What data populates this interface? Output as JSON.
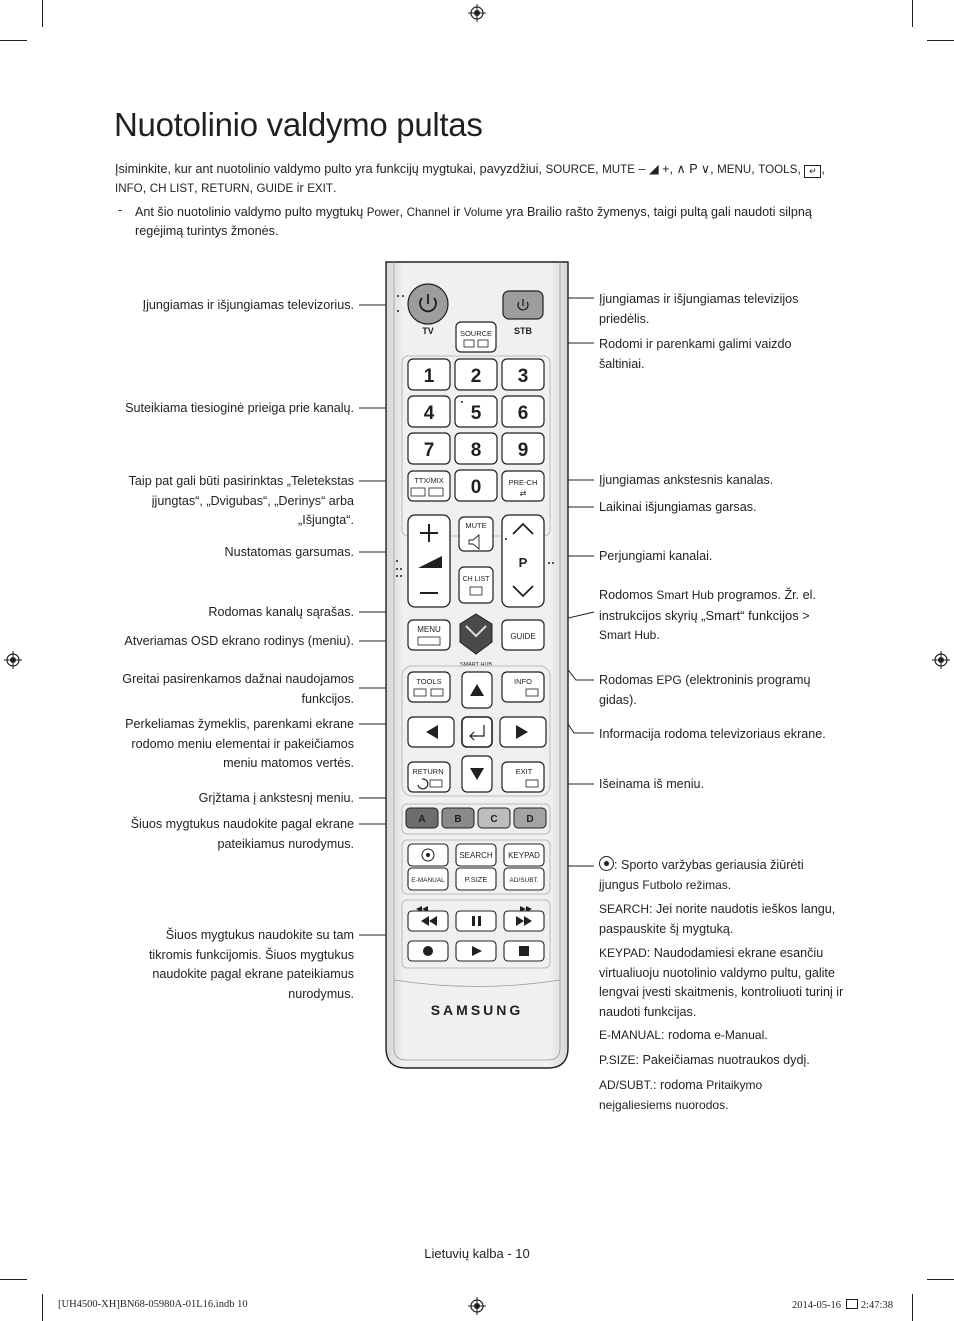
{
  "page": {
    "title": "Nuotolinio valdymo pultas",
    "footer": "Lietuvių kalba - 10",
    "slug_left": "[UH4500-XH]BN68-05980A-01L16.indb   10",
    "slug_right": "2014-05-16   ￼ 2:47:38"
  },
  "intro": {
    "p1": "Įsiminkite, kur ant nuotolinio valdymo pulto yra funkcijų mygtukai, pavyzdžiui, ",
    "k_source": "SOURCE",
    "k_mute": "MUTE",
    "p_vol": " – ◢ +, ",
    "p_ch": "∧ P ∨",
    "k_menu": "MENU",
    "k_tools": "TOOLS",
    "k_info": "INFO",
    "k_chlist": "CH LIST",
    "k_return": "RETURN",
    "k_guide": "GUIDE",
    "k_exit": "EXIT",
    "t_ir": " ir ",
    "comma": ", ",
    "period": "."
  },
  "note": {
    "dash": "-",
    "a": "Ant šio nuotolinio valdymo pulto mygtukų ",
    "k_power": "Power",
    "c1": ", ",
    "k_channel": "Channel",
    "ir": " ir ",
    "k_volume": "Volume",
    "b": " yra Brailio rašto žymenys, taigi pultą gali naudoti silpną regėjimą turintys žmonės."
  },
  "left_labels": [
    "Įjungiamas ir išjungiamas televizorius.",
    "Suteikiama tiesioginė prieiga prie kanalų.",
    "Taip pat gali būti pasirinktas „Teletekstas įjungtas“, „Dvigubas“, „Derinys“ arba „Išjungta“.",
    "Nustatomas garsumas.",
    "Rodomas kanalų sąrašas.",
    "Atveriamas OSD ekrano rodinys (meniu).",
    "Greitai pasirenkamos dažnai naudojamos funkcijos.",
    "Perkeliamas žymeklis, parenkami ekrane rodomo meniu elementai ir pakeičiamos meniu matomos vertės.",
    "Grįžtama į ankstesnį meniu.",
    "Šiuos mygtukus naudokite pagal ekrane pateikiamus nurodymus.",
    "Šiuos mygtukus naudokite su tam tikromis funkcijomis. Šiuos mygtukus naudokite pagal ekrane pateikiamus nurodymus."
  ],
  "right_labels": {
    "stb": "Įjungiamas ir išjungiamas televizijos priedėlis.",
    "source": "Rodomi ir parenkami galimi vaizdo šaltiniai.",
    "prech": "Įjungiamas ankstesnis kanalas.",
    "mute": "Laikinai išjungiamas garsas.",
    "channel": "Perjungiami kanalai.",
    "smarthub_a": "Rodomos ",
    "smarthub_k1": "Smart Hub",
    "smarthub_b": " programos. Žr. el. instrukcijos skyrių ",
    "smarthub_k2": "„Smart“ funkcijos",
    "smarthub_c": " > ",
    "smarthub_k3": "Smart Hub",
    "smarthub_d": ".",
    "epg_a": "Rodomas ",
    "epg_k": "EPG",
    "epg_b": " (elektroninis programų gidas).",
    "info": "Informacija rodoma televizoriaus ekrane.",
    "exit": "Išeinama iš meniu.",
    "football_a": ": Sporto varžybas geriausia žiūrėti įjungus ",
    "football_k": "Futbolo režimas",
    "football_b": ".",
    "search_k": "SEARCH",
    "search_t": ": Jei norite naudotis ieškos langu, paspauskite šį mygtuką.",
    "keypad_k": "KEYPAD",
    "keypad_t": ": Naudodamiesi ekrane esančiu virtualiuoju nuotolinio valdymo pultu, galite lengvai įvesti skaitmenis, kontroliuoti turinį ir naudoti funkcijas.",
    "emanual_k": "E-MANUAL",
    "emanual_t": ": rodoma ",
    "emanual_k2": "e-Manual",
    "emanual_p": ".",
    "psize_k": "P.SIZE",
    "psize_t": ": Pakeičiamas nuotraukos dydį.",
    "adsubt_k": "AD/SUBT.",
    "adsubt_t": ": rodoma ",
    "adsubt_k2": "Pritaikymo neįgaliesiems nuorodos",
    "adsubt_p": "."
  },
  "remote": {
    "tv": "TV",
    "stb": "STB",
    "source": "SOURCE",
    "digits": [
      "1",
      "2",
      "3",
      "4",
      "5",
      "6",
      "7",
      "8",
      "9",
      "0"
    ],
    "ttx": "TTX/MIX",
    "prech": "PRE-CH",
    "mute": "MUTE",
    "p": "P",
    "chlist": "CH LIST",
    "menu": "MENU",
    "guide": "GUIDE",
    "smarthub": "SMART HUB",
    "tools": "TOOLS",
    "info": "INFO",
    "return": "RETURN",
    "exit": "EXIT",
    "abcd": [
      "A",
      "B",
      "C",
      "D"
    ],
    "search": "SEARCH",
    "keypad": "KEYPAD",
    "emanual": "E-MANUAL",
    "psize": "P.SIZE",
    "adsubt": "AD/SUBT.",
    "brand": "SAMSUNG"
  }
}
